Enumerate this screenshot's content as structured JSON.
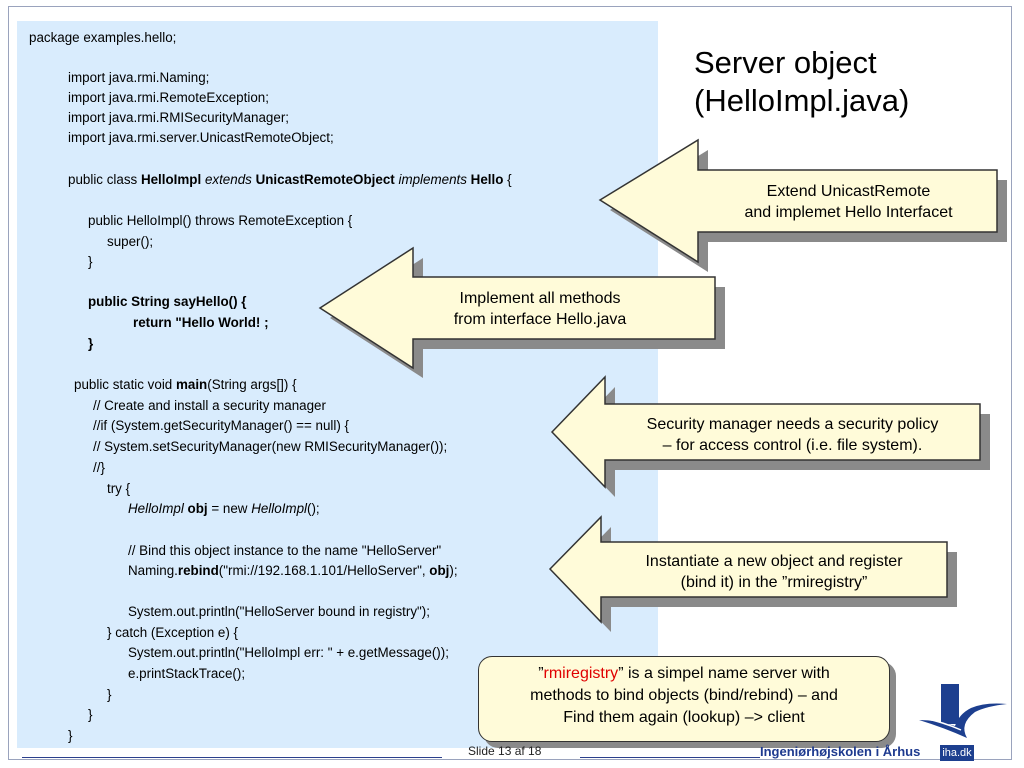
{
  "title": {
    "line1": "Server object",
    "line2": "(HelloImpl.java)"
  },
  "code": {
    "l1": "package examples.hello;",
    "l2": "import java.rmi.Naming;",
    "l3": "import java.rmi.RemoteException;",
    "l4": "import java.rmi.RMISecurityManager;",
    "l5": "import java.rmi.server.UnicastRemoteObject;",
    "l6a": "public class ",
    "l6b": "HelloImpl",
    "l6c": "extends",
    "l6d": "UnicastRemoteObject",
    "l6e": "implements",
    "l6f": "Hello",
    "l6g": " {",
    "l7": "public HelloImpl() throws RemoteException {",
    "l8": "super();",
    "l9": "}",
    "l10": "public String sayHello() {",
    "l11": "return \"Hello World! ;",
    "l12": "}",
    "l13a": "public static void ",
    "l13b": "main",
    "l13c": "(String args[]) {",
    "l14": "// Create and install a security manager",
    "l15": "//if (System.getSecurityManager() == null) {",
    "l16": "// System.setSecurityManager(new RMISecurityManager());",
    "l17": "//}",
    "l18": "try {",
    "l19a": "HelloImpl",
    "l19b": "obj",
    "l19c": " = new ",
    "l19d": "HelloImpl",
    "l19e": "();",
    "l20": "// Bind this object instance to the name \"HelloServer\"",
    "l21a": "Naming.",
    "l21b": "rebind",
    "l21c": "(\"rmi://192.168.1.101/HelloServer\", ",
    "l21d": "obj",
    "l21e": ");",
    "l22": "System.out.println(\"HelloServer bound in registry\");",
    "l23": "} catch (Exception e) {",
    "l24": "System.out.println(\"HelloImpl err: \" + e.getMessage());",
    "l25": "e.printStackTrace();",
    "l26": "}",
    "l27": "}",
    "l28": "}"
  },
  "callouts": {
    "c1": {
      "line1": "Extend UnicastRemote",
      "line2": "and implemet Hello Interfacet"
    },
    "c2": {
      "line1": "Implement all methods",
      "line2": "from interface Hello.java"
    },
    "c3": {
      "line1": "Security manager needs a security policy",
      "line2": "– for access control (i.e. file system)."
    },
    "c4": {
      "line1": "Instantiate a new object and register",
      "line2": "(bind it) in the ”rmiregistry”"
    }
  },
  "rmi_note": {
    "quote_open": "”",
    "keyword": "rmiregistry",
    "rest1": "” is a simpel name server with",
    "line2": "methods  to bind objects (bind/rebind) – and",
    "line3": "Find them again (lookup) –> client"
  },
  "footer": {
    "slide": "Slide 13 af  18",
    "school": "Ingeniørhøjskolen i Århus",
    "logo": "iha.dk"
  },
  "colors": {
    "code_bg": "#d9ecfd",
    "callout_fill": "#fffbd9",
    "accent_red": "#e00000",
    "brand_blue": "#1e3a8f"
  }
}
